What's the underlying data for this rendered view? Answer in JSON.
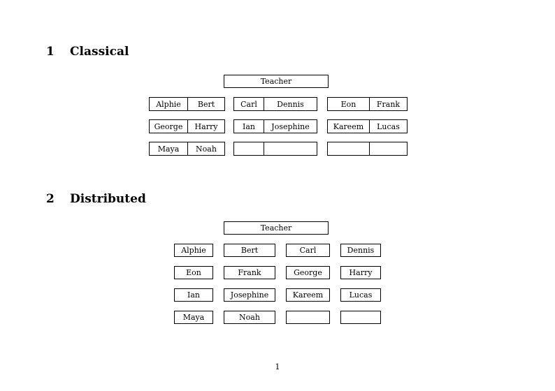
{
  "document": {
    "page_number": "1"
  },
  "sections": [
    {
      "number": "1",
      "title": "Classical",
      "root": {
        "label": "Teacher"
      },
      "layout": "grouped-pairs",
      "groups": [
        {
          "rows": [
            {
              "cell_a": "Alphie",
              "cell_b": "Bert"
            },
            {
              "cell_a": "George",
              "cell_b": "Harry"
            },
            {
              "cell_a": "Maya",
              "cell_b": "Noah"
            }
          ]
        },
        {
          "rows": [
            {
              "cell_a": "Carl",
              "cell_b": "Dennis"
            },
            {
              "cell_a": "Ian",
              "cell_b": "Josephine"
            },
            {
              "cell_a": "",
              "cell_b": ""
            }
          ]
        },
        {
          "rows": [
            {
              "cell_a": "Eon",
              "cell_b": "Frank"
            },
            {
              "cell_a": "Kareem",
              "cell_b": "Lucas"
            },
            {
              "cell_a": "",
              "cell_b": ""
            }
          ]
        }
      ]
    },
    {
      "number": "2",
      "title": "Distributed",
      "root": {
        "label": "Teacher"
      },
      "layout": "individual-boxes",
      "grid": [
        [
          "Alphie",
          "Bert",
          "Carl",
          "Dennis"
        ],
        [
          "Eon",
          "Frank",
          "George",
          "Harry"
        ],
        [
          "Ian",
          "Josephine",
          "Kareem",
          "Lucas"
        ],
        [
          "Maya",
          "Noah",
          "",
          ""
        ]
      ]
    }
  ]
}
